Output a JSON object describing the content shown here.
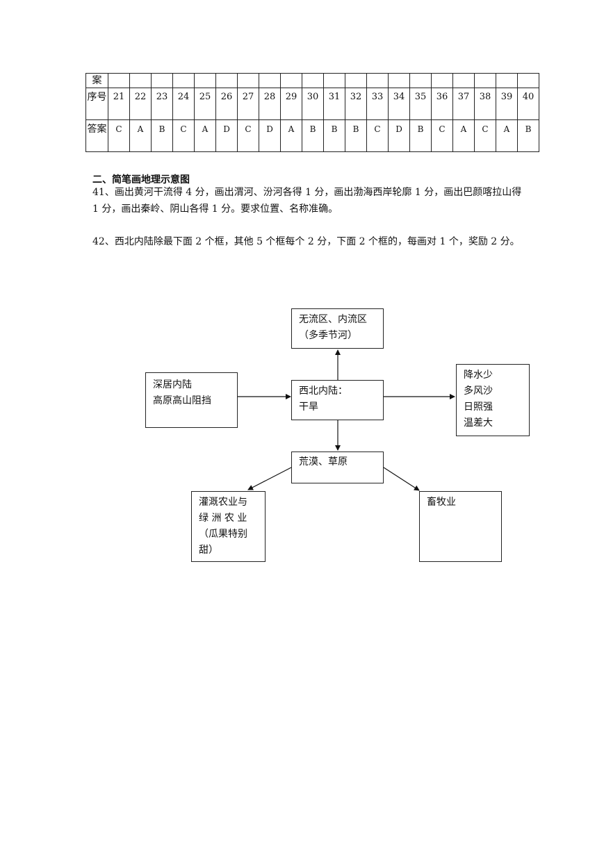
{
  "table": {
    "top_row_label": "案",
    "number_label": "序号",
    "answer_label": "答案",
    "numbers": [
      "21",
      "22",
      "23",
      "24",
      "25",
      "26",
      "27",
      "28",
      "29",
      "30",
      "31",
      "32",
      "33",
      "34",
      "35",
      "36",
      "37",
      "38",
      "39",
      "40"
    ],
    "answers": [
      "C",
      "A",
      "B",
      "C",
      "A",
      "D",
      "C",
      "D",
      "A",
      "B",
      "B",
      "B",
      "C",
      "D",
      "B",
      "C",
      "A",
      "C",
      "A",
      "B"
    ]
  },
  "section": {
    "title": "二、简笔画地理示意图",
    "q41": "41、画出黄河干流得 4 分，画出渭河、汾河各得 1 分，画出渤海西岸轮廓 1 分，画出巴颜喀拉山得 1 分，画出秦岭、阴山各得 1 分。要求位置、名称准确。",
    "q42": "42、西北内陆除最下面 2 个框，其他 5 个框每个 2 分，下面 2 个框的，每画对 1 个，奖励 2 分。"
  },
  "diagram": {
    "top_box": [
      "无流区、内流区",
      "（多季节河）"
    ],
    "left_box": [
      "深居内陆",
      "高原高山阻挡"
    ],
    "center_box": [
      "西北内陆：",
      "干旱"
    ],
    "right_box": [
      "降水少",
      "多风沙",
      "日照强",
      "温差大"
    ],
    "middle_box": "荒漠、草原",
    "bottom_left_box": [
      "灌溉农业与",
      "绿 洲 农 业",
      "（瓜果特别",
      "甜）"
    ],
    "bottom_right_box": "畜牧业"
  }
}
